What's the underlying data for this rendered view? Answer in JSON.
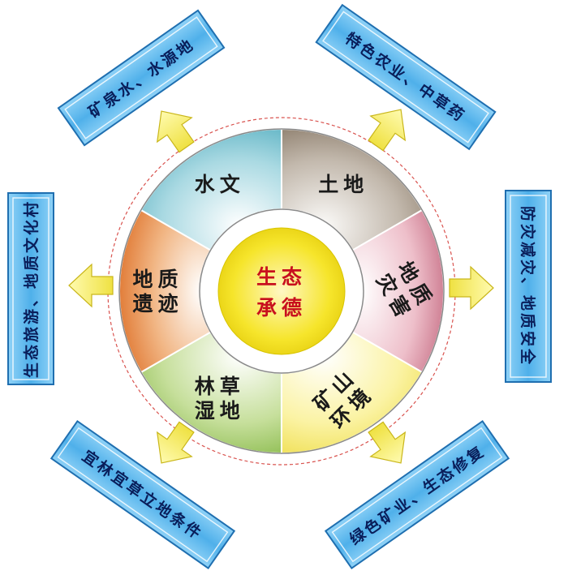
{
  "center": {
    "lines": [
      "生态",
      "承德"
    ]
  },
  "segments": [
    {
      "id": "land",
      "lines": [
        "土地"
      ],
      "color": "#8a7a68"
    },
    {
      "id": "hazard",
      "lines": [
        "地质",
        "灾害"
      ],
      "color": "#cf7f93"
    },
    {
      "id": "mine",
      "lines": [
        "矿山",
        "环境"
      ],
      "color": "#f1e35a"
    },
    {
      "id": "wetland",
      "lines": [
        "林草",
        "湿地"
      ],
      "color": "#8fbf4e"
    },
    {
      "id": "heritage",
      "lines": [
        "地质",
        "遗迹"
      ],
      "color": "#e07a36"
    },
    {
      "id": "water",
      "lines": [
        "水文"
      ],
      "color": "#5fb6c6"
    }
  ],
  "boxes": [
    {
      "id": "agriculture",
      "text": "特色农业、中草药"
    },
    {
      "id": "safety",
      "text": "防灾减灾、地质安全"
    },
    {
      "id": "mining",
      "text": "绿色矿业、生态修复"
    },
    {
      "id": "forestry",
      "text": "宜林宜草立地条件"
    },
    {
      "id": "tourism",
      "text": "生态旅游、地质文化村"
    },
    {
      "id": "mineral",
      "text": "矿泉水、水源地"
    }
  ],
  "colors": {
    "box_fill": "#5fb8ec",
    "box_border": "#1f6fb0",
    "arrow_fill": "#f7ef6a",
    "arrow_stroke": "#c9b61a",
    "center_text": "#c8101e",
    "center_fill": "#f3e41d",
    "ring_dash": "#d9534f"
  }
}
